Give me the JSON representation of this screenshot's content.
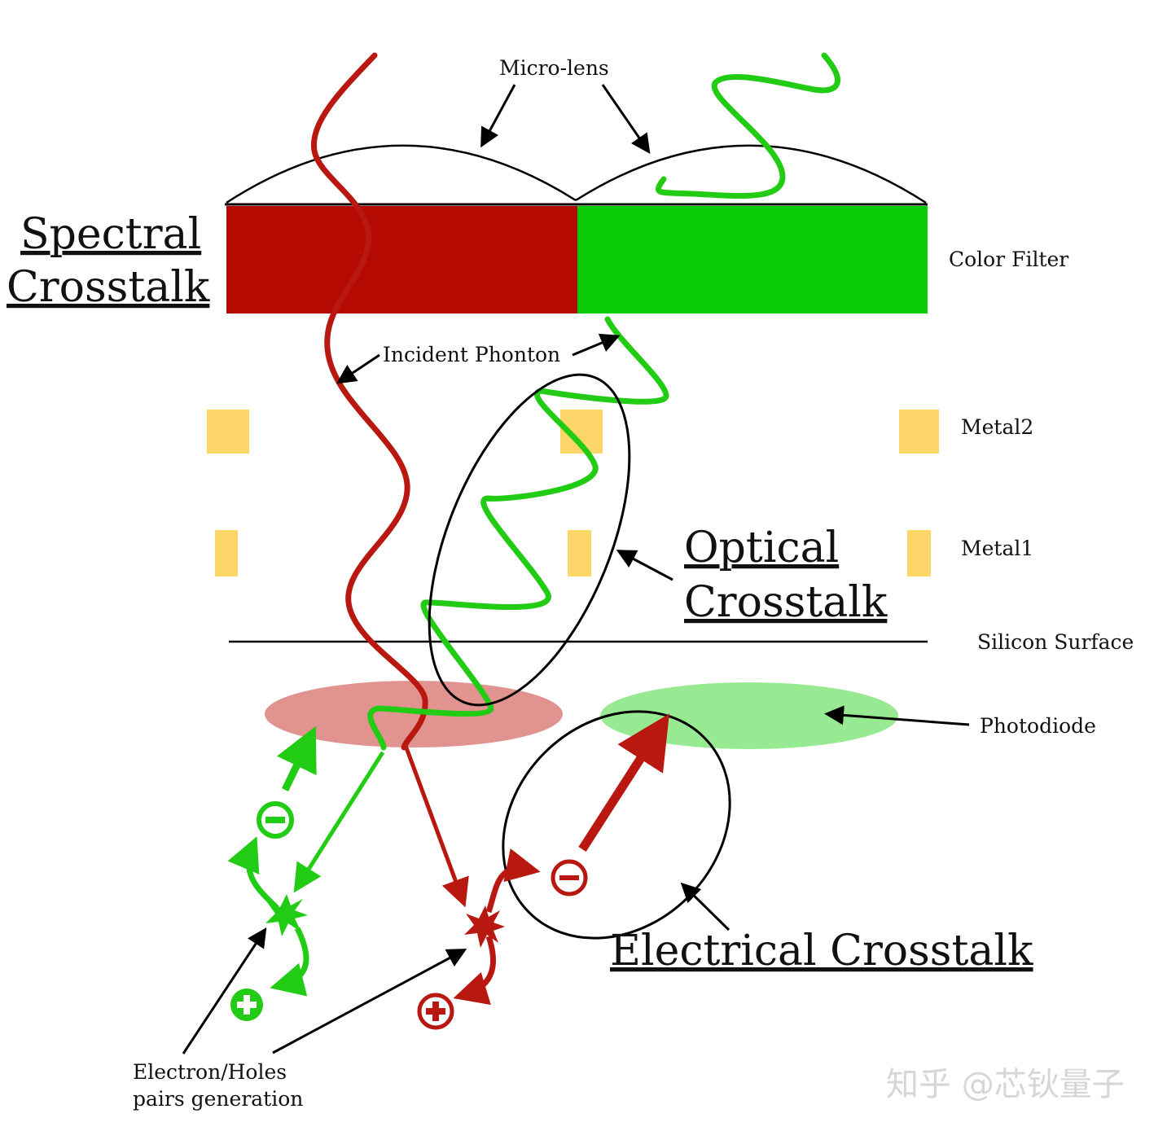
{
  "labels": {
    "micro_lens": "Micro-lens",
    "color_filter": "Color Filter",
    "incident_photon": "Incident Phonton",
    "metal2": "Metal2",
    "metal1": "Metal1",
    "silicon_surface": "Silicon Surface",
    "photodiode": "Photodiode",
    "eh_pairs_line1": "Electron/Holes",
    "eh_pairs_line2": "pairs generation"
  },
  "titles": {
    "spectral_line1": "Spectral",
    "spectral_line2": "Crosstalk",
    "optical_line1": "Optical",
    "optical_line2": "Crosstalk",
    "electrical": "Electrical Crosstalk"
  },
  "watermark": "知乎 @芯钬量子",
  "colors": {
    "red_filter": "#b40a02",
    "green_filter": "#0acc08",
    "red_wave": "#b8180f",
    "green_wave": "#22cc14",
    "metal": "#fdd66a",
    "red_photodiode": "#e0938f",
    "green_photodiode": "#98ea92"
  }
}
